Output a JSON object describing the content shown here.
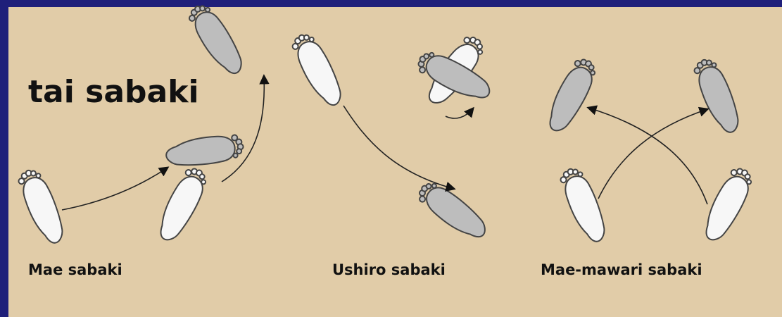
{
  "title": "tai sabaki",
  "labels": {
    "mae": "Mae sabaki",
    "ushiro": "Ushiro sabaki",
    "mae_mawari": "Mae-mawari sabaki"
  },
  "colors": {
    "frame": "#1f1f7a",
    "background": "#e1cca8",
    "foot_start": "#f7f7f7",
    "foot_end": "#bdbdbd",
    "outline": "#444444"
  }
}
